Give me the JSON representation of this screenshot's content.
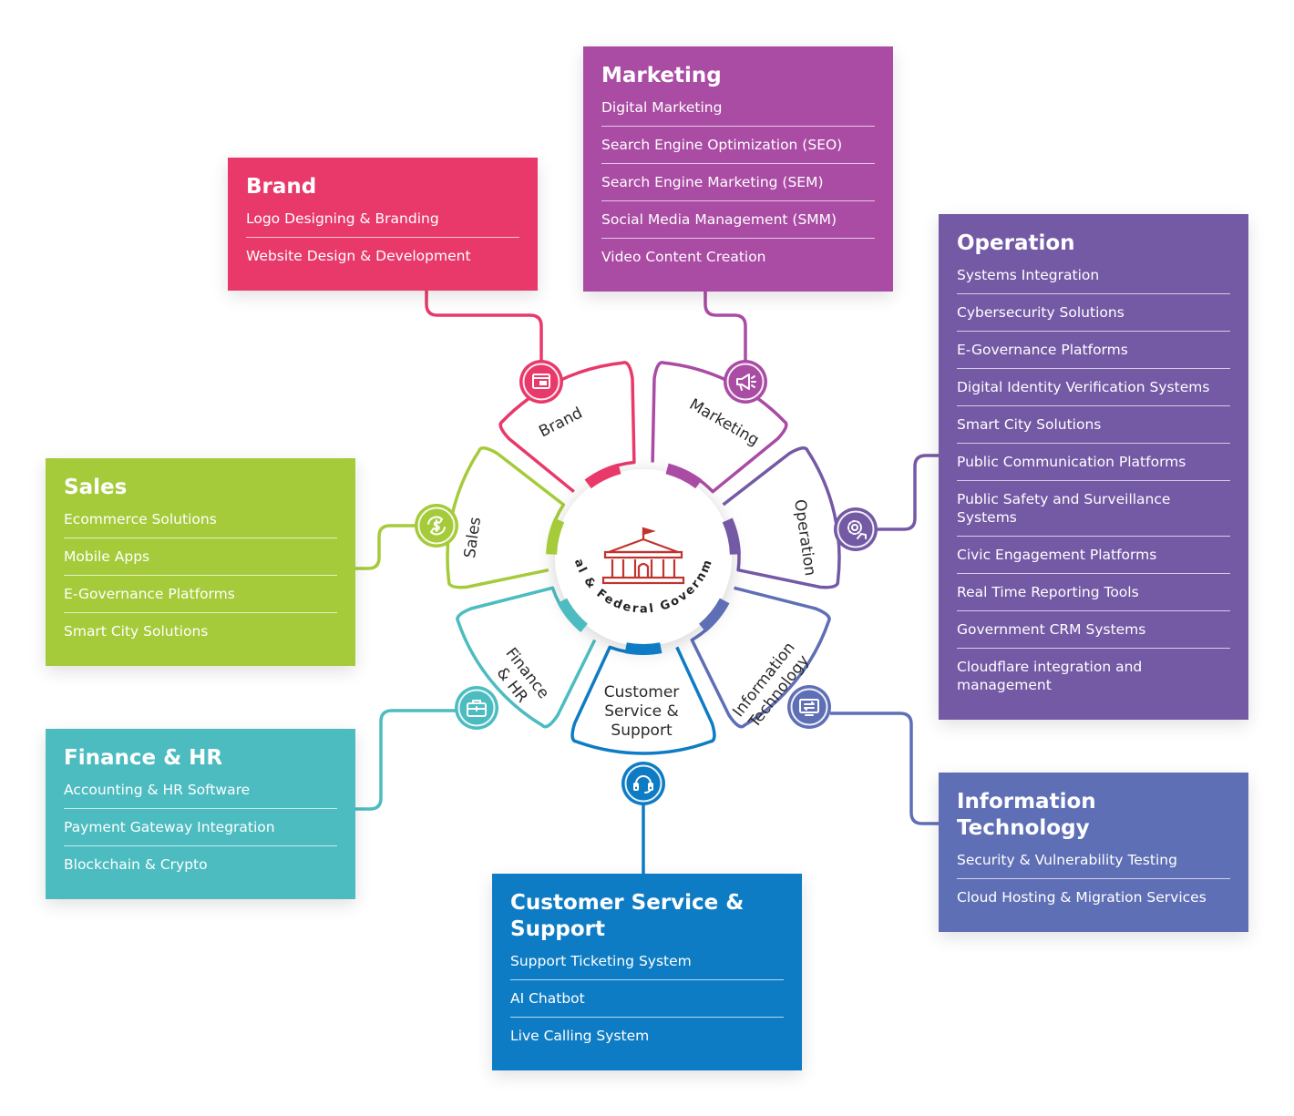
{
  "hub": {
    "label": "Local & Federal Government"
  },
  "colors": {
    "brand": "#E8396A",
    "marketing": "#AA4BA4",
    "operation": "#7459A5",
    "it": "#5F6FB6",
    "customer": "#0E7CC4",
    "finance": "#4CBCC0",
    "sales": "#A5CB3A"
  },
  "segments": [
    {
      "id": "brand",
      "label": "Brand",
      "icon": "browser-window-icon"
    },
    {
      "id": "marketing",
      "label": "Marketing",
      "icon": "megaphone-icon"
    },
    {
      "id": "operation",
      "label": "Operation",
      "icon": "gear-hand-icon"
    },
    {
      "id": "it",
      "label": "Information Technology",
      "label_lines": [
        "Information",
        "Technology"
      ],
      "icon": "monitor-transfer-icon"
    },
    {
      "id": "customer",
      "label": "Customer Service & Support",
      "label_lines": [
        "Customer",
        "Service &",
        "Support"
      ],
      "icon": "headset-icon"
    },
    {
      "id": "finance",
      "label": "Finance & HR",
      "label_lines": [
        "Finance",
        "& HR"
      ],
      "icon": "briefcase-icon"
    },
    {
      "id": "sales",
      "label": "Sales",
      "icon": "dollar-cycle-icon"
    }
  ],
  "cards": {
    "brand": {
      "title": "Brand",
      "items": [
        "Logo Designing & Branding",
        "Website Design & Development"
      ]
    },
    "marketing": {
      "title": "Marketing",
      "items": [
        "Digital Marketing",
        "Search Engine Optimization (SEO)",
        "Search Engine Marketing (SEM)",
        "Social Media Management (SMM)",
        "Video Content Creation"
      ]
    },
    "operation": {
      "title": "Operation",
      "items": [
        "Systems Integration",
        "Cybersecurity Solutions",
        "E-Governance Platforms",
        "Digital Identity Verification Systems",
        "Smart City Solutions",
        "Public Communication Platforms",
        "Public Safety and Surveillance Systems",
        "Civic Engagement Platforms",
        "Real Time Reporting Tools",
        "Government CRM Systems",
        "Cloudflare integration and management"
      ]
    },
    "it": {
      "title": "Information Technology",
      "items": [
        "Security & Vulnerability Testing",
        "Cloud Hosting & Migration Services"
      ]
    },
    "customer": {
      "title": "Customer Service & Support",
      "items": [
        "Support Ticketing System",
        "AI Chatbot",
        "Live Calling System"
      ]
    },
    "finance": {
      "title": "Finance & HR",
      "items": [
        "Accounting & HR Software",
        "Payment Gateway Integration",
        "Blockchain & Crypto"
      ]
    },
    "sales": {
      "title": "Sales",
      "items": [
        "Ecommerce Solutions",
        "Mobile Apps",
        "E-Governance Platforms",
        "Smart City Solutions"
      ]
    }
  }
}
